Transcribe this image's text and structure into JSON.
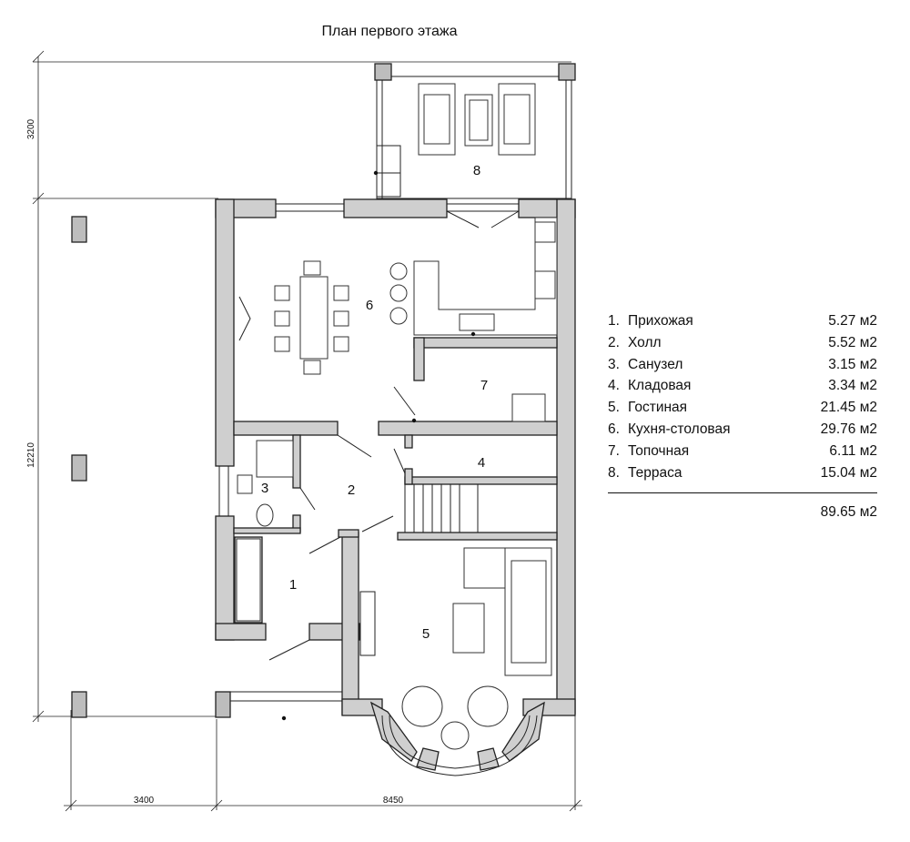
{
  "title": "План первого этажа",
  "dimensions": {
    "terrace_depth": "3200",
    "house_depth": "12210",
    "left_width": "3400",
    "house_width": "8450"
  },
  "room_numbers": [
    "1",
    "2",
    "3",
    "4",
    "5",
    "6",
    "7",
    "8"
  ],
  "rooms": [
    {
      "num": "1.",
      "name": "Прихожая",
      "area": "5.27 м2"
    },
    {
      "num": "2.",
      "name": "Холл",
      "area": "5.52 м2"
    },
    {
      "num": "3.",
      "name": "Санузел",
      "area": "3.15 м2"
    },
    {
      "num": "4.",
      "name": "Кладовая",
      "area": "3.34 м2"
    },
    {
      "num": "5.",
      "name": "Гостиная",
      "area": "21.45 м2"
    },
    {
      "num": "6.",
      "name": "Кухня-столовая",
      "area": "29.76 м2"
    },
    {
      "num": "7.",
      "name": "Топочная",
      "area": "6.11 м2"
    },
    {
      "num": "8.",
      "name": "Терраса",
      "area": "15.04 м2"
    }
  ],
  "total": "89.65 м2",
  "colors": {
    "wall": "#cfcfcf",
    "line": "#222222"
  }
}
